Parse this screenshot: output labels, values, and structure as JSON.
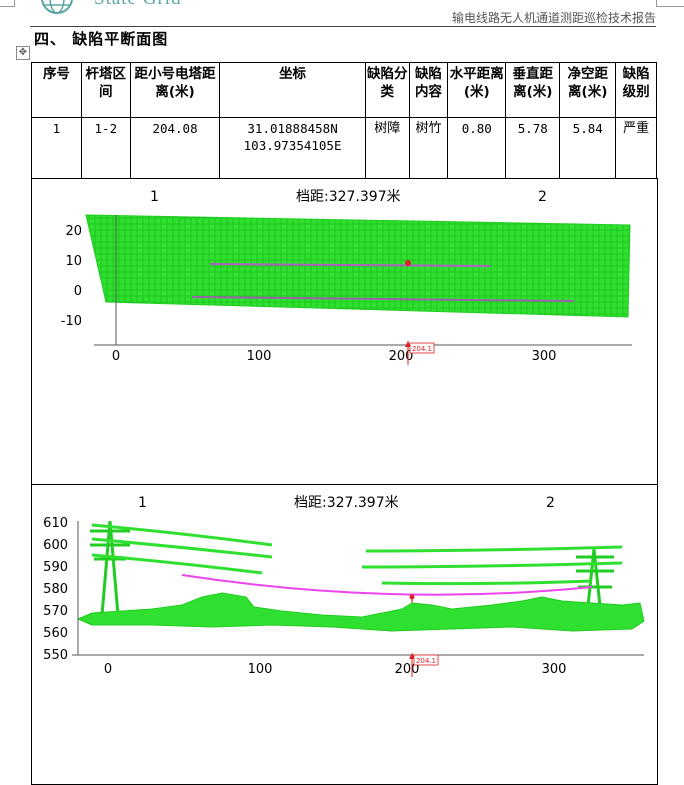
{
  "header": {
    "brand": "State Grid",
    "report_title": "输电线路无人机通道测距巡检技术报告"
  },
  "section": {
    "title": "四、  缺陷平断面图"
  },
  "table": {
    "headers": [
      "序号",
      "杆塔区间",
      "距小号电塔距离(米)",
      "坐标",
      "缺陷分类",
      "缺陷内容",
      "水平距离(米)",
      "垂直距离(米)",
      "净空距离(米)",
      "缺陷级别"
    ],
    "rows": [
      {
        "seq": "1",
        "span": "1-2",
        "dist": "204.08",
        "coord_lat": "31.01888458N",
        "coord_lon": "103.97354105E",
        "category": "树障",
        "content": "树竹",
        "horizontal": "0.80",
        "vertical": "5.78",
        "clearance": "5.84",
        "level": "严重"
      }
    ]
  },
  "plan_view": {
    "tower_left": "1",
    "tower_right": "2",
    "span_label": "档距:327.397米",
    "marker_label": "204.1",
    "y_ticks": [
      "20",
      "10",
      "0",
      "-10"
    ],
    "x_ticks": [
      "0",
      "100",
      "200",
      "300"
    ],
    "colors": {
      "cloud": "#22dd22",
      "wire": "#b060c0",
      "marker": "#dd2222",
      "axis": "#555555"
    }
  },
  "profile_view": {
    "tower_left": "1",
    "tower_right": "2",
    "span_label": "档距:327.397米",
    "marker_label": "204.1",
    "y_ticks": [
      "610",
      "600",
      "590",
      "580",
      "570",
      "560",
      "550"
    ],
    "x_ticks": [
      "0",
      "100",
      "200",
      "300"
    ],
    "colors": {
      "cloud": "#22dd22",
      "sag": "#ee44ee",
      "marker": "#dd2222",
      "axis": "#555555"
    }
  }
}
